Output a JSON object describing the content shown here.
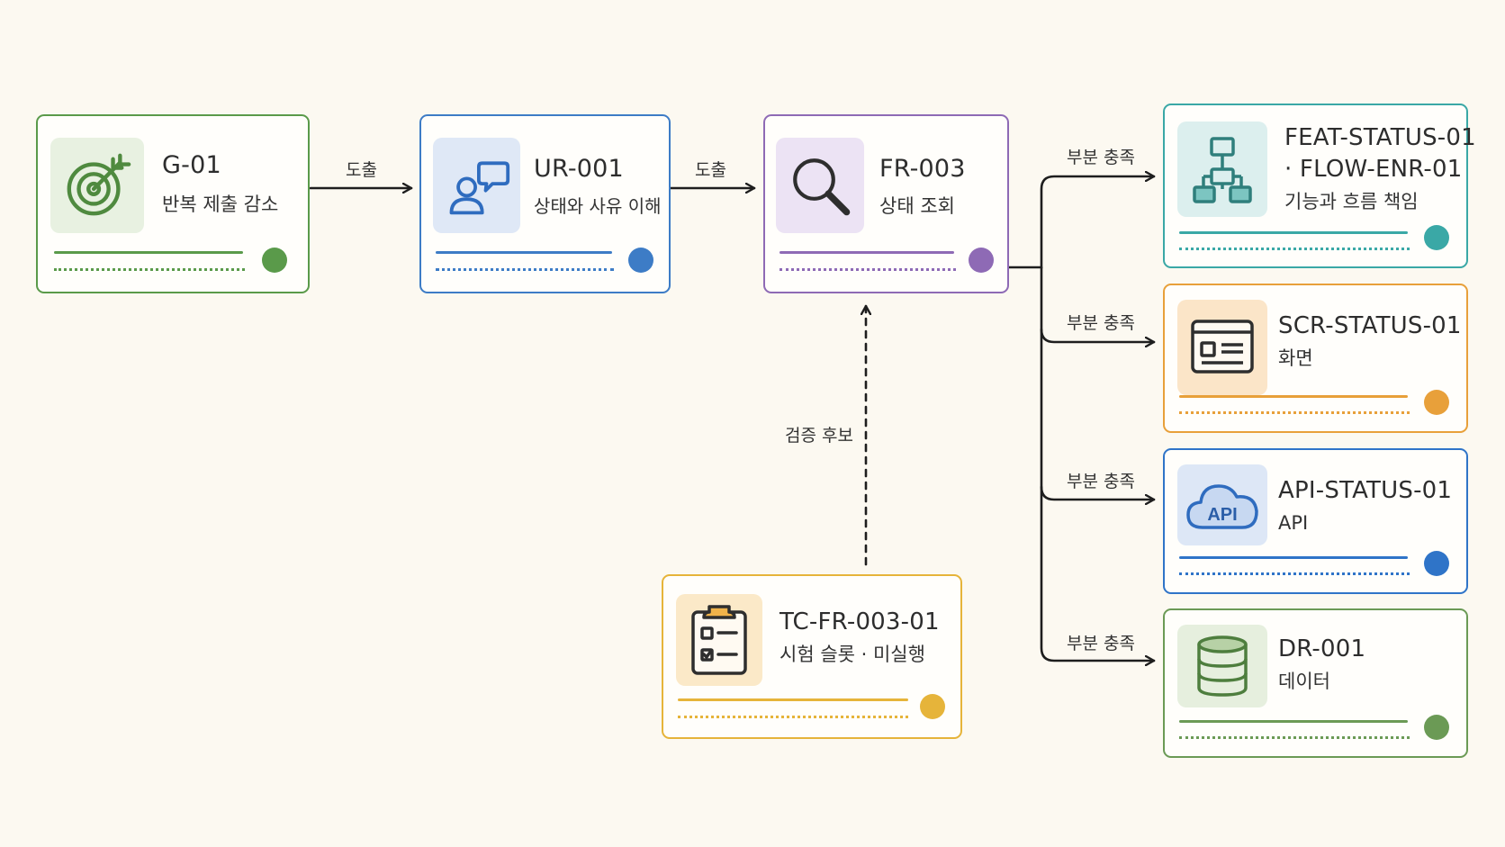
{
  "nodes": {
    "g01": {
      "id": "G-01",
      "label": "반복 제출 감소",
      "icon": "target-icon",
      "color": "#5a9a4a",
      "bg": "#e8f1e1"
    },
    "ur001": {
      "id": "UR-001",
      "label": "상태와 사유 이해",
      "icon": "user-speech-icon",
      "color": "#3d7cc6",
      "bg": "#dfe8f6"
    },
    "fr003": {
      "id": "FR-003",
      "label": "상태 조회",
      "icon": "search-icon",
      "color": "#8e6ab5",
      "bg": "#ece3f4"
    },
    "feat": {
      "id_line1": "FEAT-STATUS-01",
      "id_line2": "· FLOW-ENR-01",
      "label": "기능과 흐름 책임",
      "icon": "hierarchy-icon",
      "color": "#3aa8a6",
      "bg": "#dcefee"
    },
    "scr": {
      "id": "SCR-STATUS-01",
      "label": "화면",
      "icon": "screen-window-icon",
      "color": "#e8a03a",
      "bg": "#fbe5c8"
    },
    "api": {
      "id": "API-STATUS-01",
      "label": "API",
      "icon": "api-cloud-icon",
      "color": "#2f74c8",
      "bg": "#dde7f6"
    },
    "dr001": {
      "id": "DR-001",
      "label": "데이터",
      "icon": "database-icon",
      "color": "#6b9a55",
      "bg": "#e6efde"
    },
    "tc": {
      "id": "TC-FR-003-01",
      "label": "시험 슬롯 · 미실행",
      "icon": "clipboard-checklist-icon",
      "color": "#e6b43a",
      "bg": "#fbe9c8"
    }
  },
  "edges": {
    "derive_1": "도출",
    "derive_2": "도출",
    "partial_1": "부분 충족",
    "partial_2": "부분 충족",
    "partial_3": "부분 충족",
    "partial_4": "부분 충족",
    "verify": "검증 후보"
  }
}
